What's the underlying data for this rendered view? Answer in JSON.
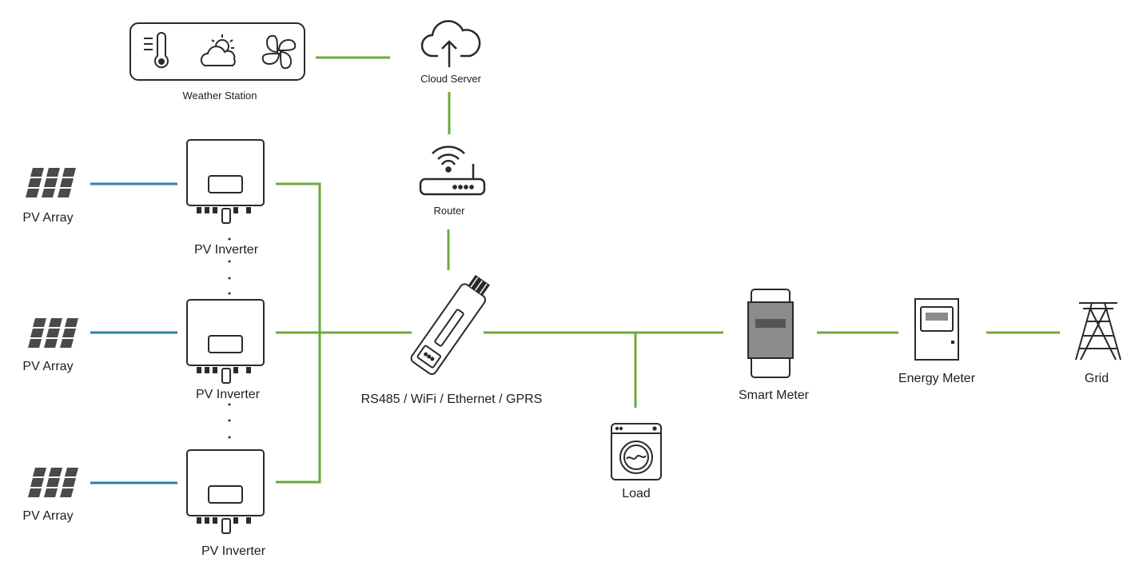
{
  "diagram": {
    "labels": {
      "weather_station": "Weather Station",
      "cloud_server": "Cloud Server",
      "router": "Router",
      "pv_array": "PV Array",
      "pv_inverter": "PV Inverter",
      "datalogger_comm": "RS485 / WiFi / Ethernet / GPRS",
      "load": "Load",
      "smart_meter": "Smart Meter",
      "energy_meter": "Energy Meter",
      "grid": "Grid"
    },
    "colors": {
      "data_link": "#6aab3a",
      "dc_link": "#2f7fa8",
      "device_outline": "#2a2a2a",
      "panel": "#4a4a4a",
      "smart_meter_body": "#8c8c8c"
    },
    "icons": [
      "thermometer-icon",
      "sun-cloud-icon",
      "fan-icon",
      "cloud-upload-icon",
      "wifi-router-icon",
      "solar-panel-icon",
      "inverter-icon",
      "datalogger-icon",
      "washing-machine-icon",
      "smart-meter-icon",
      "energy-meter-icon",
      "transmission-tower-icon"
    ],
    "nodes": [
      {
        "id": "weather-station",
        "label": "Weather Station"
      },
      {
        "id": "cloud-server",
        "label": "Cloud Server"
      },
      {
        "id": "router",
        "label": "Router"
      },
      {
        "id": "pv-array-1",
        "label": "PV Array"
      },
      {
        "id": "pv-array-2",
        "label": "PV Array"
      },
      {
        "id": "pv-array-3",
        "label": "PV Array"
      },
      {
        "id": "pv-inverter-1",
        "label": "PV Inverter"
      },
      {
        "id": "pv-inverter-2",
        "label": "PV Inverter"
      },
      {
        "id": "pv-inverter-3",
        "label": "PV Inverter"
      },
      {
        "id": "datalogger",
        "label": "RS485 / WiFi / Ethernet / GPRS"
      },
      {
        "id": "load",
        "label": "Load"
      },
      {
        "id": "smart-meter",
        "label": "Smart Meter"
      },
      {
        "id": "energy-meter",
        "label": "Energy Meter"
      },
      {
        "id": "grid",
        "label": "Grid"
      }
    ],
    "edges": [
      {
        "from": "weather-station",
        "to": "cloud-server",
        "type": "data"
      },
      {
        "from": "cloud-server",
        "to": "router",
        "type": "data"
      },
      {
        "from": "router",
        "to": "datalogger",
        "type": "data"
      },
      {
        "from": "pv-array-1",
        "to": "pv-inverter-1",
        "type": "dc"
      },
      {
        "from": "pv-array-2",
        "to": "pv-inverter-2",
        "type": "dc"
      },
      {
        "from": "pv-array-3",
        "to": "pv-inverter-3",
        "type": "dc"
      },
      {
        "from": "pv-inverter-1",
        "to": "datalogger",
        "type": "data"
      },
      {
        "from": "pv-inverter-2",
        "to": "datalogger",
        "type": "data"
      },
      {
        "from": "pv-inverter-3",
        "to": "datalogger",
        "type": "data"
      },
      {
        "from": "datalogger",
        "to": "smart-meter",
        "type": "data"
      },
      {
        "from": "datalogger",
        "to": "load",
        "type": "data"
      },
      {
        "from": "smart-meter",
        "to": "energy-meter",
        "type": "data"
      },
      {
        "from": "energy-meter",
        "to": "grid",
        "type": "data"
      }
    ]
  }
}
